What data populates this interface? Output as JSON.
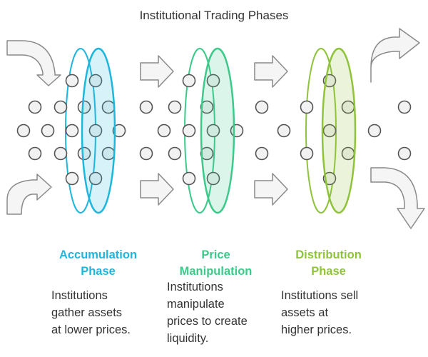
{
  "title": "Institutional Trading Phases",
  "colors": {
    "accumulation": "#1fb6de",
    "manipulation": "#3cc98a",
    "distribution": "#8fc43a",
    "arrow_fill": "#f5f5f5",
    "arrow_stroke": "#8a8a8a",
    "dot_fill": "#f2f2f2",
    "dot_stroke": "#555555"
  },
  "phases": [
    {
      "key": "accumulation",
      "label_line1": "Accumulation",
      "label_line2": "Phase",
      "desc_line1": "Institutions",
      "desc_line2": "gather assets",
      "desc_line3": "at lower prices.",
      "desc_line4": ""
    },
    {
      "key": "manipulation",
      "label_line1": "Price",
      "label_line2": "Manipulation",
      "desc_line1": "Institutions",
      "desc_line2": "manipulate",
      "desc_line3": "prices to create",
      "desc_line4": "liquidity."
    },
    {
      "key": "distribution",
      "label_line1": "Distribution",
      "label_line2": "Phase",
      "desc_line1": "Institutions sell",
      "desc_line2": "assets at",
      "desc_line3": "higher prices.",
      "desc_line4": ""
    }
  ],
  "icons": {
    "arrow_in_top": "curved-arrow-in-icon",
    "arrow_in_bottom": "curved-arrow-in-icon",
    "arrow_right": "arrow-right-icon",
    "arrow_out_up": "curved-arrow-out-up-icon",
    "arrow_out_down": "curved-arrow-out-down-icon"
  }
}
